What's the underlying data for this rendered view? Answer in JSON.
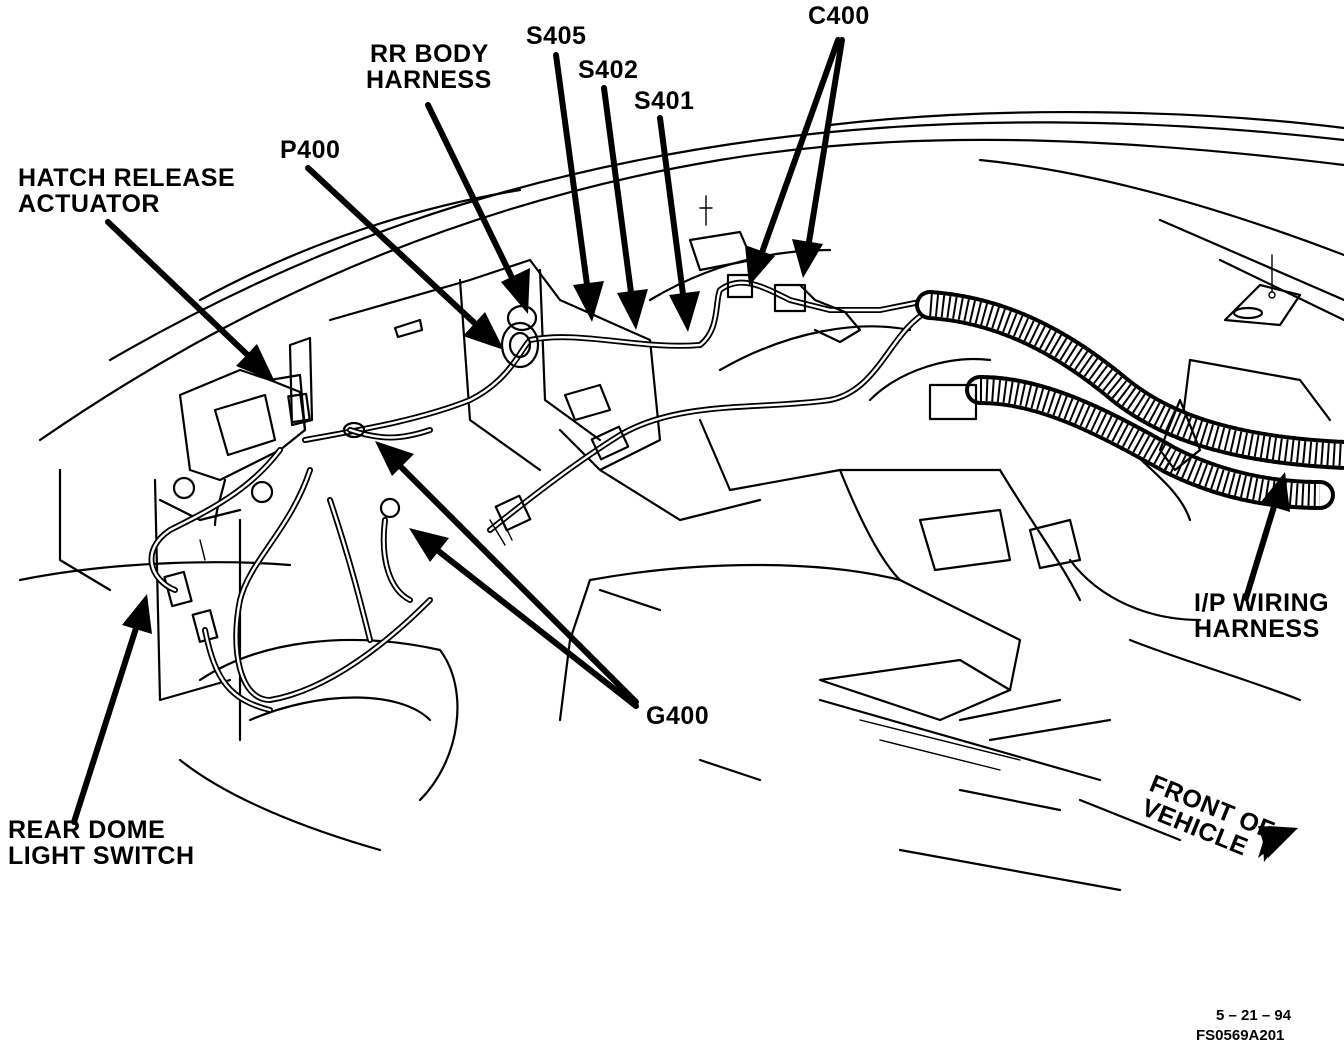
{
  "labels": {
    "hatch_release_actuator_1": "HATCH RELEASE",
    "hatch_release_actuator_2": "ACTUATOR",
    "p400": "P400",
    "rr_body_harness_1": "RR BODY",
    "rr_body_harness_2": "HARNESS",
    "s405": "S405",
    "s402": "S402",
    "s401": "S401",
    "c400": "C400",
    "g400": "G400",
    "ip_wiring_harness_1": "I/P WIRING",
    "ip_wiring_harness_2": "HARNESS",
    "rear_dome_light_switch_1": "REAR DOME",
    "rear_dome_light_switch_2": "LIGHT SWITCH",
    "front_of_vehicle_1": "FRONT OF",
    "front_of_vehicle_2": "VEHICLE"
  },
  "footer": {
    "date": "5 – 21 – 94",
    "code": "FS0569A201"
  }
}
